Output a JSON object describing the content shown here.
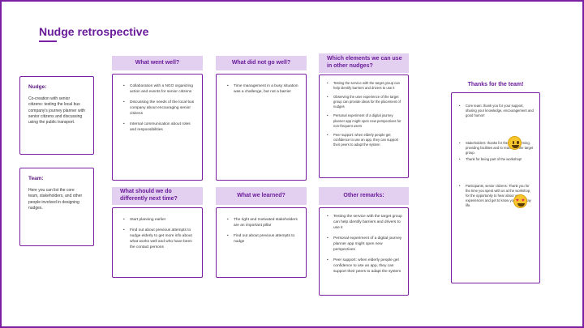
{
  "page": {
    "title": "Nudge retrospective"
  },
  "side": {
    "nudge": {
      "heading": "Nudge:",
      "body": "Co-creation with senior citizens: testing the local bus company's journey planner with senior citizens and discussing using the public transport."
    },
    "team": {
      "heading": "Team:",
      "body": "Here you can list the core team, stakeholders, and other people involved in designing nudges."
    }
  },
  "cards": {
    "went_well": {
      "header": "What went well?",
      "items": [
        "Collaboration with a NGO organizing action and events for senior citizens",
        "Discussing the needs of the local bus company about encouraging senior citizens",
        "Internal communication about roles and responsibilities"
      ]
    },
    "not_well": {
      "header": "What did not go well?",
      "items": [
        "Time management in a busy situation was a challenge, but not a barrier"
      ]
    },
    "elements": {
      "header": "Which elements we can use in other nudges?",
      "items": [
        "Testing the service with the target group can help identify barriers and drivers to use it",
        "Observing the user experience of the target group can provide ideas for the placement of nudges",
        "Personal experiment of a digital journey planner app might open new perspectives for non-frequent users",
        "Peer support: when elderly people get confidence to use an app, they can support their peers to adapt the system"
      ]
    },
    "differently": {
      "header": "What should we do differently next time?",
      "items": [
        "Start planning earlier",
        "Find out about previous attempts to nudge elderly to get more info about what works well and who have been the contact persons"
      ]
    },
    "learned": {
      "header": "What we learned?",
      "items": [
        "The right and motivated stakeholders are an important pillar",
        "Find out about previous attempts to nudge"
      ]
    },
    "remarks": {
      "header": "Other remarks:",
      "items": [
        "Testing the service with the target group can help identify barriers and drivers to use it",
        "Personal experiment of a digital journey planner app might open new perspectives",
        "Peer support: when elderly people get confidence to use an app, they can support their peers to adapt the system"
      ]
    }
  },
  "thanks": {
    "title": "Thanks for the team!",
    "core": "Core team: thank you for your support, sharing your knowledge, encouragement and good humor!",
    "stakeholders_1": "Stakeholders: thanks for the brainstorming, providing facilities and to reach out the target group.",
    "stakeholders_2": "Thank for being part of the workshop!",
    "participants": "Participants, senior citizens: Thank you for the time you spent with us at the workshop, for the opportunity to hear about your experiences and get to know your everyday life.",
    "emoji_1": "grinning-face-icon",
    "emoji_2": "heart-eyes-face-icon"
  },
  "colors": {
    "accent": "#7a1fa2",
    "header_fill": "#e3d0f0",
    "title": "#6a1b9a"
  }
}
